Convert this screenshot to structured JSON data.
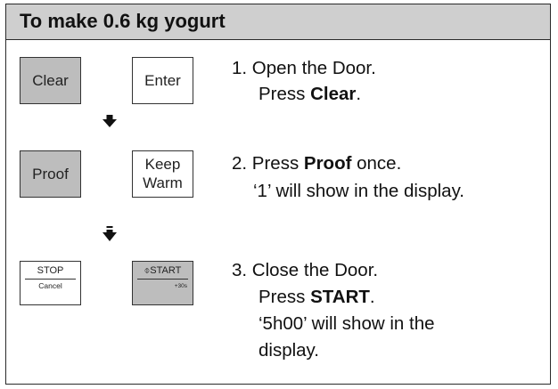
{
  "header": {
    "title": "To make 0.6 kg yogurt"
  },
  "keys": {
    "clear": "Clear",
    "enter": "Enter",
    "proof": "Proof",
    "keep_warm_line1": "Keep",
    "keep_warm_line2": "Warm",
    "stop": "STOP",
    "cancel": "Cancel",
    "start": "⌽START",
    "plus30s": "+30s"
  },
  "icons": [
    "arrow-down-icon",
    "arrow-down-double-icon"
  ],
  "colors": {
    "header_bg": "#cfcfcf",
    "grey_key": "#bdbdbd",
    "border": "#2a2a2a"
  },
  "steps": [
    {
      "line1": "1. Open the Door.",
      "line2_prefix": "Press ",
      "line2_bold": "Clear",
      "line2_suffix": "."
    },
    {
      "line1_prefix": "2. Press ",
      "line1_bold": "Proof",
      "line1_suffix": " once.",
      "line2": "‘1’ will show in the display."
    },
    {
      "line1": "3. Close the Door.",
      "line2_prefix": "Press ",
      "line2_bold": "START",
      "line2_suffix": ".",
      "line3": "‘5h00’ will show in the",
      "line4": "display."
    }
  ]
}
